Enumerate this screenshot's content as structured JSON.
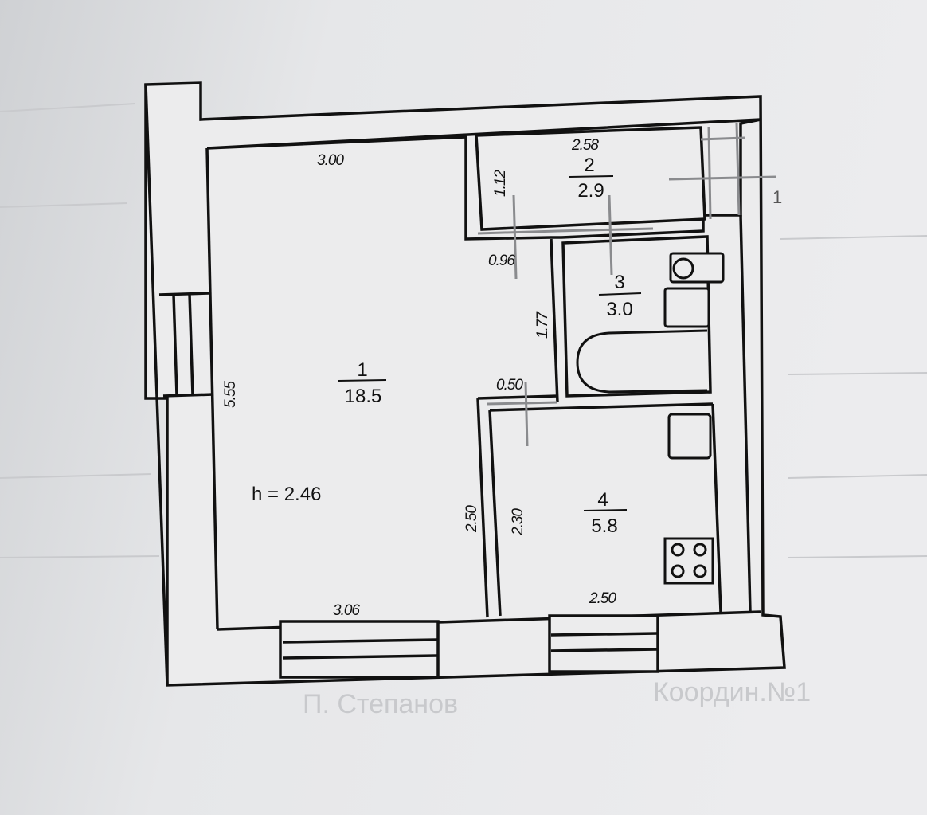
{
  "rooms": [
    {
      "number": "1",
      "area": "18.5"
    },
    {
      "number": "2",
      "area": "2.9"
    },
    {
      "number": "3",
      "area": "3.0"
    },
    {
      "number": "4",
      "area": "5.8"
    }
  ],
  "dimensions": {
    "room1_top": "3.00",
    "room1_left": "5.55",
    "room1_bottom": "3.06",
    "room2_top": "2.58",
    "room2_left": "1.12",
    "corridor_width": "0.96",
    "corridor_length": "1.77",
    "kitchen_door": "0.50",
    "wall_length": "2.50",
    "kitchen_left": "2.30",
    "kitchen_bottom": "2.50"
  },
  "ceiling_height": "h = 2.46",
  "exterior_marker": "1",
  "background_text": {
    "bottom_left": "П. Степанов",
    "bottom_right": "Координ.№1"
  }
}
